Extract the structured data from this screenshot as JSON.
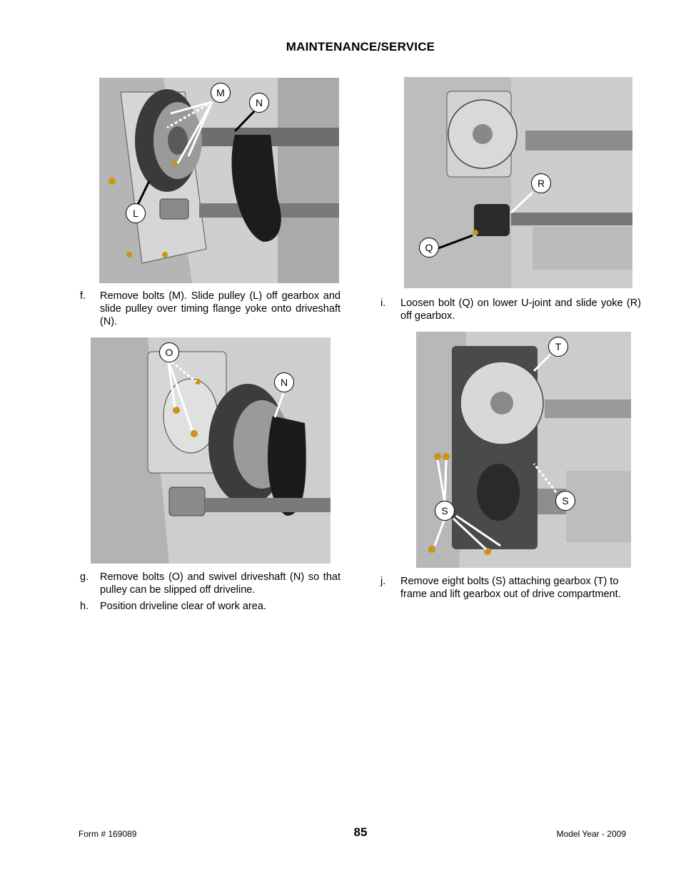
{
  "header": {
    "title": "MAINTENANCE/SERVICE"
  },
  "figures": {
    "fig1": {
      "callouts": [
        "M",
        "N",
        "L"
      ]
    },
    "fig2": {
      "callouts": [
        "R",
        "Q"
      ]
    },
    "fig3": {
      "callouts": [
        "O",
        "N"
      ]
    },
    "fig4": {
      "callouts": [
        "T",
        "S",
        "S"
      ]
    }
  },
  "steps": {
    "f": {
      "letter": "f.",
      "text": "Remove bolts (M).  Slide pulley (L) off gearbox and slide pulley over timing flange yoke onto driveshaft (N)."
    },
    "g": {
      "letter": "g.",
      "text": "Remove bolts (O) and swivel driveshaft (N) so that pulley can be slipped off driveline."
    },
    "h": {
      "letter": "h.",
      "text": "Position driveline clear of work area."
    },
    "i": {
      "letter": "i.",
      "text": "Loosen bolt (Q) on lower U-joint and slide yoke (R) off gearbox."
    },
    "j": {
      "letter": "j.",
      "text": "Remove eight bolts (S) attaching gearbox (T) to frame and lift gearbox out of drive compartment."
    }
  },
  "footer": {
    "form": "Form # 169089",
    "page": "85",
    "model_year": "Model Year - 2009"
  }
}
